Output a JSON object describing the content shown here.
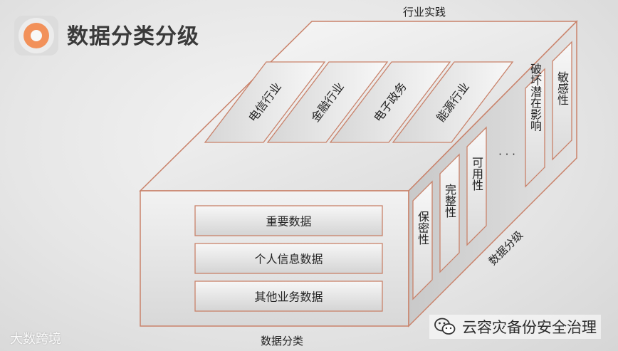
{
  "header": {
    "title": "数据分类分级"
  },
  "labels": {
    "top": "行业实践",
    "bottom": "数据分类",
    "right": "数据分级",
    "ellipsis": "· · ·"
  },
  "industries": [
    "电信行业",
    "金融行业",
    "电子政务",
    "能源行业"
  ],
  "data_categories": [
    "重要数据",
    "个人信息数据",
    "其他业务数据"
  ],
  "grading_attributes": [
    "保密性",
    "完整性",
    "可用性",
    "破坏潜在影响",
    "敏感性"
  ],
  "watermarks": {
    "left": "大数跨境",
    "right": "云容灾备份安全治理"
  },
  "colors": {
    "accent": "#f2915a",
    "outline": "#c9826a",
    "text": "#222222"
  }
}
